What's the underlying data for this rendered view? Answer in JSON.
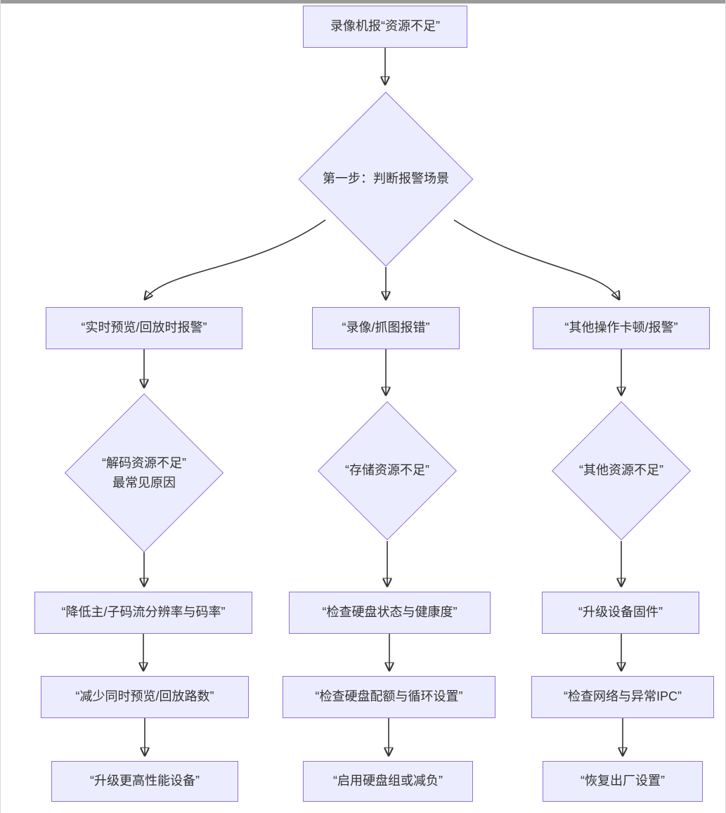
{
  "page": {
    "background": "#ffffff",
    "top_bar_color": "#9b9b9b"
  },
  "theme": {
    "node_fill": "#ECECFF",
    "node_border": "#9370DB",
    "text_color": "#333333",
    "edge_color": "#333333"
  },
  "diagram": {
    "type": "flowchart",
    "direction": "top-down",
    "nodes": {
      "report": {
        "label": "录像机报“资源不足”",
        "shape": "rect"
      },
      "step1": {
        "label": "第一步：判断报警场景",
        "shape": "diamond"
      },
      "branch_live": {
        "label": "“实时预览/回放时报警”",
        "shape": "rect"
      },
      "branch_record": {
        "label": "“录像/抓图报错”",
        "shape": "rect"
      },
      "branch_other": {
        "label": "“其他操作卡顿/报警”",
        "shape": "rect"
      },
      "diag_decode": {
        "label": "“解码资源不足”\n最常见原因",
        "shape": "diamond"
      },
      "diag_storage": {
        "label": "“存储资源不足”",
        "shape": "diamond"
      },
      "diag_other": {
        "label": "“其他资源不足”",
        "shape": "diamond"
      },
      "fix_lower_bitrate": {
        "label": "“降低主/子码流分辨率与码率”",
        "shape": "rect"
      },
      "fix_reduce_channels": {
        "label": "“减少同时预览/回放路数”",
        "shape": "rect"
      },
      "fix_upgrade_device": {
        "label": "“升级更高性能设备”",
        "shape": "rect"
      },
      "fix_check_disk": {
        "label": "“检查硬盘状态与健康度”",
        "shape": "rect"
      },
      "fix_check_quota": {
        "label": "“检查硬盘配额与循环设置”",
        "shape": "rect"
      },
      "fix_disk_group": {
        "label": "“启用硬盘组或减负”",
        "shape": "rect"
      },
      "fix_upgrade_firmware": {
        "label": "“升级设备固件”",
        "shape": "rect"
      },
      "fix_check_network": {
        "label": "“检查网络与异常IPC”",
        "shape": "rect"
      },
      "fix_factory_reset": {
        "label": "“恢复出厂设置”",
        "shape": "rect"
      }
    },
    "edges": [
      {
        "from": "report",
        "to": "step1"
      },
      {
        "from": "step1",
        "to": "branch_live"
      },
      {
        "from": "step1",
        "to": "branch_record"
      },
      {
        "from": "step1",
        "to": "branch_other"
      },
      {
        "from": "branch_live",
        "to": "diag_decode"
      },
      {
        "from": "branch_record",
        "to": "diag_storage"
      },
      {
        "from": "branch_other",
        "to": "diag_other"
      },
      {
        "from": "diag_decode",
        "to": "fix_lower_bitrate"
      },
      {
        "from": "diag_storage",
        "to": "fix_check_disk"
      },
      {
        "from": "diag_other",
        "to": "fix_upgrade_firmware"
      },
      {
        "from": "fix_lower_bitrate",
        "to": "fix_reduce_channels"
      },
      {
        "from": "fix_check_disk",
        "to": "fix_check_quota"
      },
      {
        "from": "fix_upgrade_firmware",
        "to": "fix_check_network"
      },
      {
        "from": "fix_reduce_channels",
        "to": "fix_upgrade_device"
      },
      {
        "from": "fix_check_quota",
        "to": "fix_disk_group"
      },
      {
        "from": "fix_check_network",
        "to": "fix_factory_reset"
      }
    ]
  }
}
